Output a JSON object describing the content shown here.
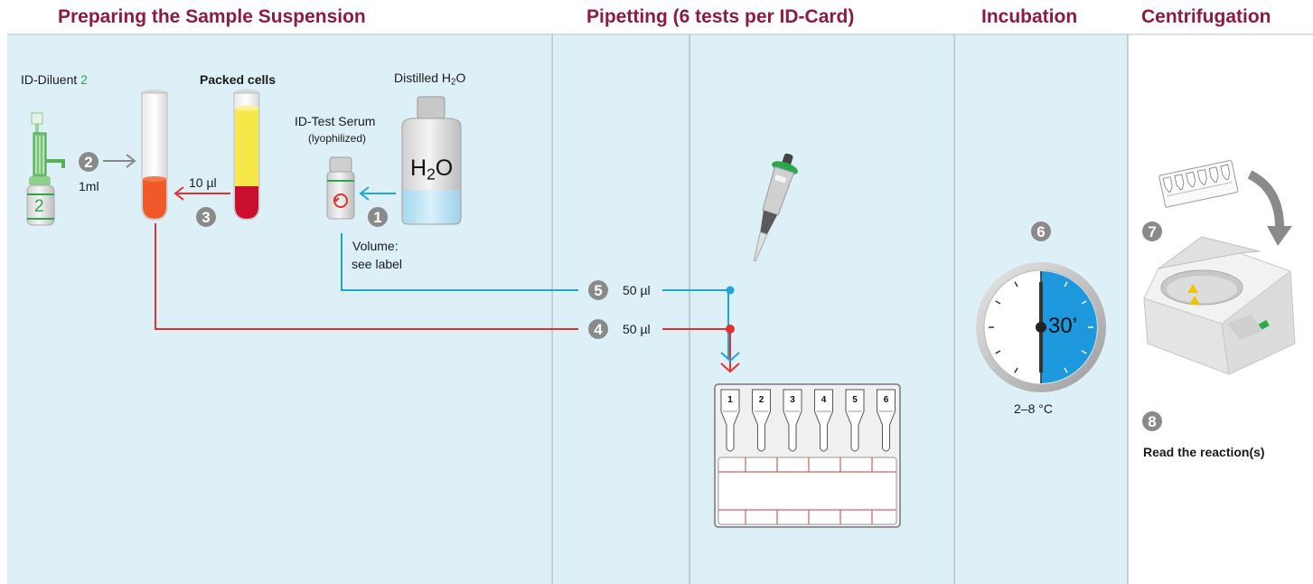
{
  "headers": {
    "prep": "Preparing the Sample Suspension",
    "pipetting": "Pipetting (6 tests per ID-Card)",
    "incubation": "Incubation",
    "centrifugation": "Centrifugation"
  },
  "labels": {
    "diluent_prefix": "ID-Diluent ",
    "diluent_num": "2",
    "diluent_bottle_num": "2",
    "packed_cells": "Packed cells",
    "distilled_prefix": "Distilled H",
    "distilled_sub": "2",
    "distilled_suffix": "O",
    "bottle_h": "H",
    "bottle_sub": "2",
    "bottle_o": "O",
    "test_serum": "ID-Test Serum",
    "lyophilized": "(lyophilized)",
    "volume_line1": "Volume:",
    "volume_line2": "see label",
    "one_ml": "1ml",
    "ten_ul": "10 µl",
    "fifty_ul_5": "50 µl",
    "fifty_ul_4": "50 µl",
    "timer": "30’",
    "temperature": "2–8 °C",
    "read_reaction": "Read the reaction(s)"
  },
  "steps": [
    "1",
    "2",
    "3",
    "4",
    "5",
    "6",
    "7",
    "8"
  ],
  "card_columns": [
    "1",
    "2",
    "3",
    "4",
    "5",
    "6"
  ],
  "colors": {
    "header": "#8b1a45",
    "panel_bg": "#ddf0f7",
    "red_line": "#e03030",
    "blue_line": "#1ea7d6",
    "step_badge": "#8a8a8a",
    "timer_fill": "#1e98dc",
    "green": "#2aa84a"
  },
  "icons": [
    "dispenser-bottle-icon",
    "test-tube-icon",
    "vial-icon",
    "water-bottle-icon",
    "pipette-icon",
    "timer-icon",
    "centrifuge-icon",
    "id-card-icon"
  ]
}
